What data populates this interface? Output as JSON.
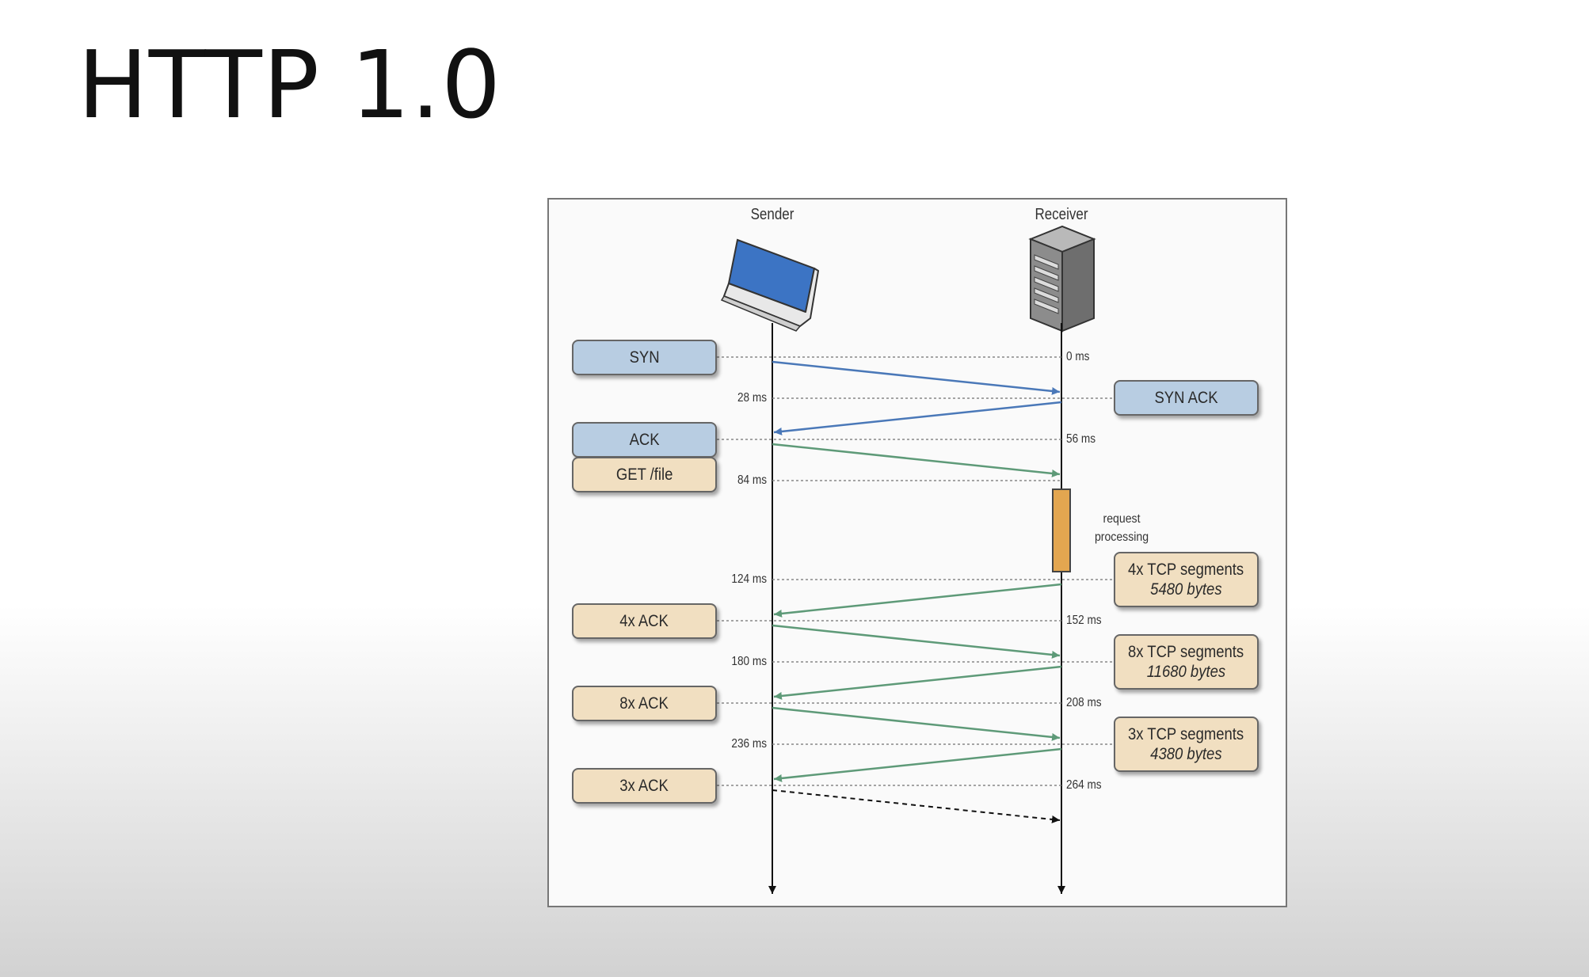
{
  "slide": {
    "title": "HTTP 1.0"
  },
  "diagram": {
    "sender_label": "Sender",
    "receiver_label": "Receiver",
    "processing_label_line1": "request",
    "processing_label_line2": "processing",
    "sender_boxes": [
      {
        "label": "SYN",
        "color": "blue"
      },
      {
        "label": "ACK",
        "color": "blue"
      },
      {
        "label": "GET /file",
        "color": "tan"
      },
      {
        "label": "4x ACK",
        "color": "tan"
      },
      {
        "label": "8x ACK",
        "color": "tan"
      },
      {
        "label": "3x ACK",
        "color": "tan"
      }
    ],
    "receiver_boxes": [
      {
        "label": "SYN ACK",
        "sub": "",
        "color": "blue"
      },
      {
        "label": "4x TCP segments",
        "sub": "5480 bytes",
        "color": "tan"
      },
      {
        "label": "8x TCP segments",
        "sub": "11680 bytes",
        "color": "tan"
      },
      {
        "label": "3x TCP segments",
        "sub": "4380 bytes",
        "color": "tan"
      }
    ],
    "time_labels": {
      "t0": "0 ms",
      "t28": "28 ms",
      "t56": "56 ms",
      "t84": "84 ms",
      "t124": "124 ms",
      "t152": "152 ms",
      "t180": "180 ms",
      "t208": "208 ms",
      "t236": "236 ms",
      "t264": "264 ms"
    },
    "colors": {
      "handshake_arrow": "#4a78b8",
      "data_arrow": "#5e9a78",
      "blue_box": "#b8cde2",
      "tan_box": "#f1dfc1",
      "processing_bar": "#e3a650"
    },
    "icons": {
      "sender": "laptop-icon",
      "receiver": "server-icon"
    }
  }
}
